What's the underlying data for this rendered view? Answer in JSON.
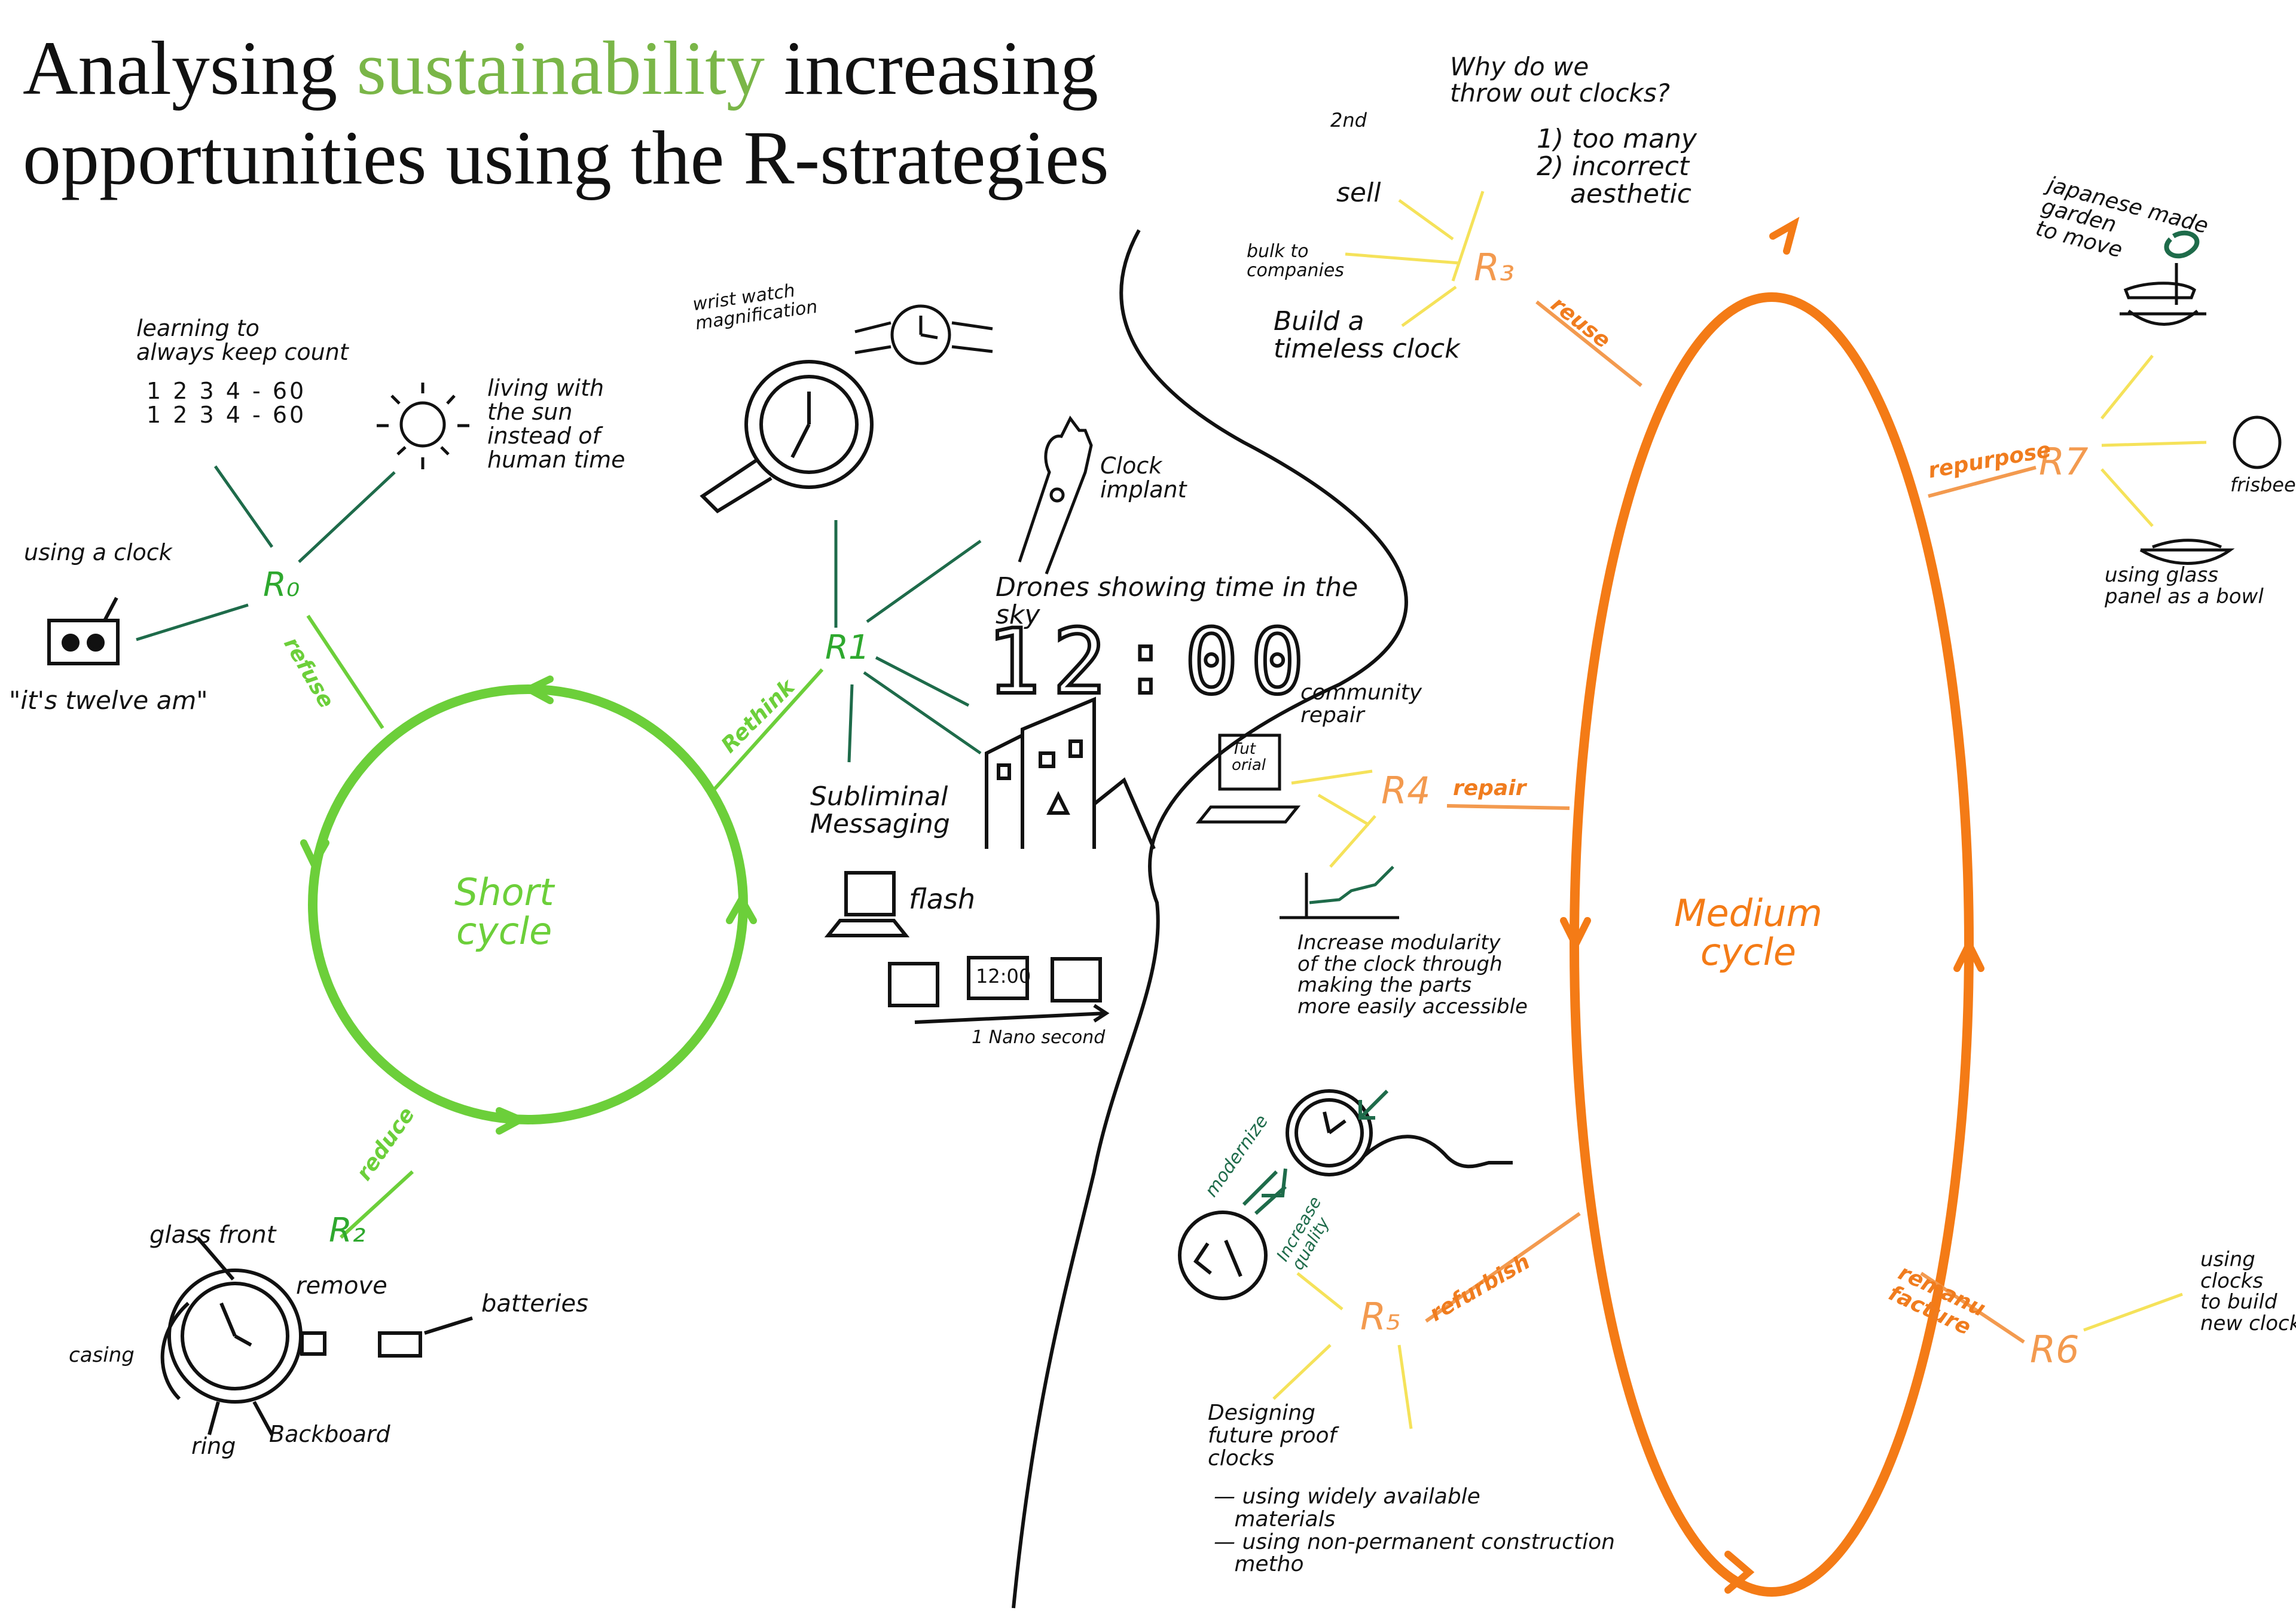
{
  "title": {
    "pre": "Analysing ",
    "highlight": "sustainability",
    "post": " increasing",
    "line2": "opportunities using the R-strategies"
  },
  "colors": {
    "short_cycle": "#6ccf3a",
    "medium_cycle": "#f47b16",
    "r_green": "#2ea82e",
    "r_orange": "#f39a4f",
    "branch_dark_green": "#1e6b4a",
    "branch_yellow": "#f5e25a",
    "ink": "#111111"
  },
  "short_cycle": {
    "label": "Short\ncycle",
    "strategies": {
      "r0": {
        "code": "R₀",
        "link": "refuse",
        "notes": {
          "keep_count": "learning to\nalways keep count",
          "counting": "1 2 3 4 - 60\n1 2 3 4 - 60",
          "sun": "living with\nthe sun\ninstead of\nhuman time",
          "using_clock": "using a clock",
          "quote": "\"it's twelve am\""
        }
      },
      "r1": {
        "code": "R1",
        "link": "Rethink",
        "notes": {
          "wrist": "wrist watch\nmagnification",
          "implant": "Clock\nimplant",
          "drones": "Drones showing time in the\nsky",
          "drone_time": "12:00",
          "subliminal": "Subliminal\nMessaging",
          "flash": "flash",
          "frame_time": "12:00",
          "nano": "1 Nano second"
        }
      },
      "r2": {
        "code": "R₂",
        "link": "reduce",
        "notes": {
          "glass": "glass front",
          "remove": "remove",
          "batteries": "batteries",
          "casing": "casing",
          "ring": "ring",
          "backboard": "Backboard"
        }
      }
    }
  },
  "medium_cycle": {
    "label": "Medium\ncycle",
    "strategies": {
      "r3": {
        "code": "R₃",
        "link": "reuse",
        "notes": {
          "why": "Why do we\nthrow out clocks?",
          "reasons": "1) too many\n2) incorrect\n    aesthetic",
          "second_hand": "2nd",
          "sell": "sell",
          "bulk": "bulk to\ncompanies",
          "timeless": "Build a\ntimeless clock"
        }
      },
      "r4": {
        "code": "R4",
        "link": "repair",
        "notes": {
          "community": "community\nrepair",
          "tutorial": "Tut\norial",
          "modularity": "Increase modularity\nof the clock through\nmaking the parts\nmore easily accessible"
        }
      },
      "r5": {
        "code": "R₅",
        "link": "refurbish",
        "notes": {
          "modernize": "modernize",
          "quality": "Increase\nquality",
          "future_proof": "Designing\nfuture proof\nclocks",
          "bullets": "— using widely available\n   materials\n— using non-permanent construction\n   metho"
        }
      },
      "r6": {
        "code": "R6",
        "link": "remanu\nfacture",
        "notes": {
          "build_new": "using\nclocks\nto build\nnew clocks"
        }
      },
      "r7": {
        "code": "R7",
        "link": "repurpose",
        "notes": {
          "garden": "japanese made\ngarden\nto move",
          "frisbee": "frisbee",
          "bowl": "using glass\npanel as a bowl"
        }
      }
    }
  }
}
